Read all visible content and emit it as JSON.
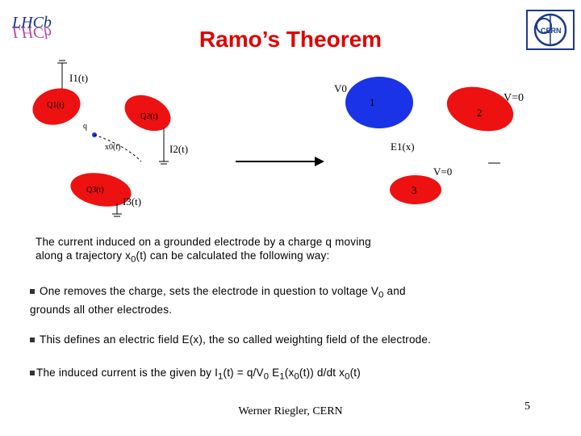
{
  "slide": {
    "title": "Ramo’s Theorem",
    "left_diagram": {
      "i1": "I1(t)",
      "q1": "Q1(t)",
      "q2": "Q2(t)",
      "q": "q",
      "x0": "x0(t)",
      "i2": "I2(t)",
      "q3": "Q3(t)",
      "i3": "I3(t)"
    },
    "right_diagram": {
      "v0": "V0",
      "e1": "1",
      "e2": "2",
      "v_right": "V=0",
      "field": "E1(x)",
      "v_bottom": "V=0",
      "e3": "3"
    },
    "paragraph_line1": "The current induced on a grounded electrode by a charge q moving",
    "paragraph_line2_a": "along a trajectory x",
    "paragraph_line2_sub": "0",
    "paragraph_line2_b": "(t) can be calculated the following way:",
    "bullet1_line1_a": "One removes the charge, sets the electrode in question to voltage V",
    "bullet1_line1_sub": "0",
    "bullet1_line1_b": " and",
    "bullet1_line2": "grounds all other electrodes.",
    "bullet2": "This defines an electric field E(x), the so called weighting field of the electrode.",
    "bullet3_a": "The induced current is the given by  I",
    "bullet3_sub1": "1",
    "bullet3_b": "(t) = q/V",
    "bullet3_sub2": "0",
    "bullet3_c": " E",
    "bullet3_sub3": "1",
    "bullet3_d": "(x",
    "bullet3_sub4": "0",
    "bullet3_e": "(t)) d/dt x",
    "bullet3_sub5": "0",
    "bullet3_f": "(t)",
    "footer": "Werner Riegler, CERN",
    "page_number": "5",
    "colors": {
      "title": "#e00000",
      "electrode_red": "#ee1111",
      "electrode_blue": "#1a33e6"
    },
    "logos": {
      "left": "lhcb-logo",
      "right": "cern-logo"
    }
  }
}
